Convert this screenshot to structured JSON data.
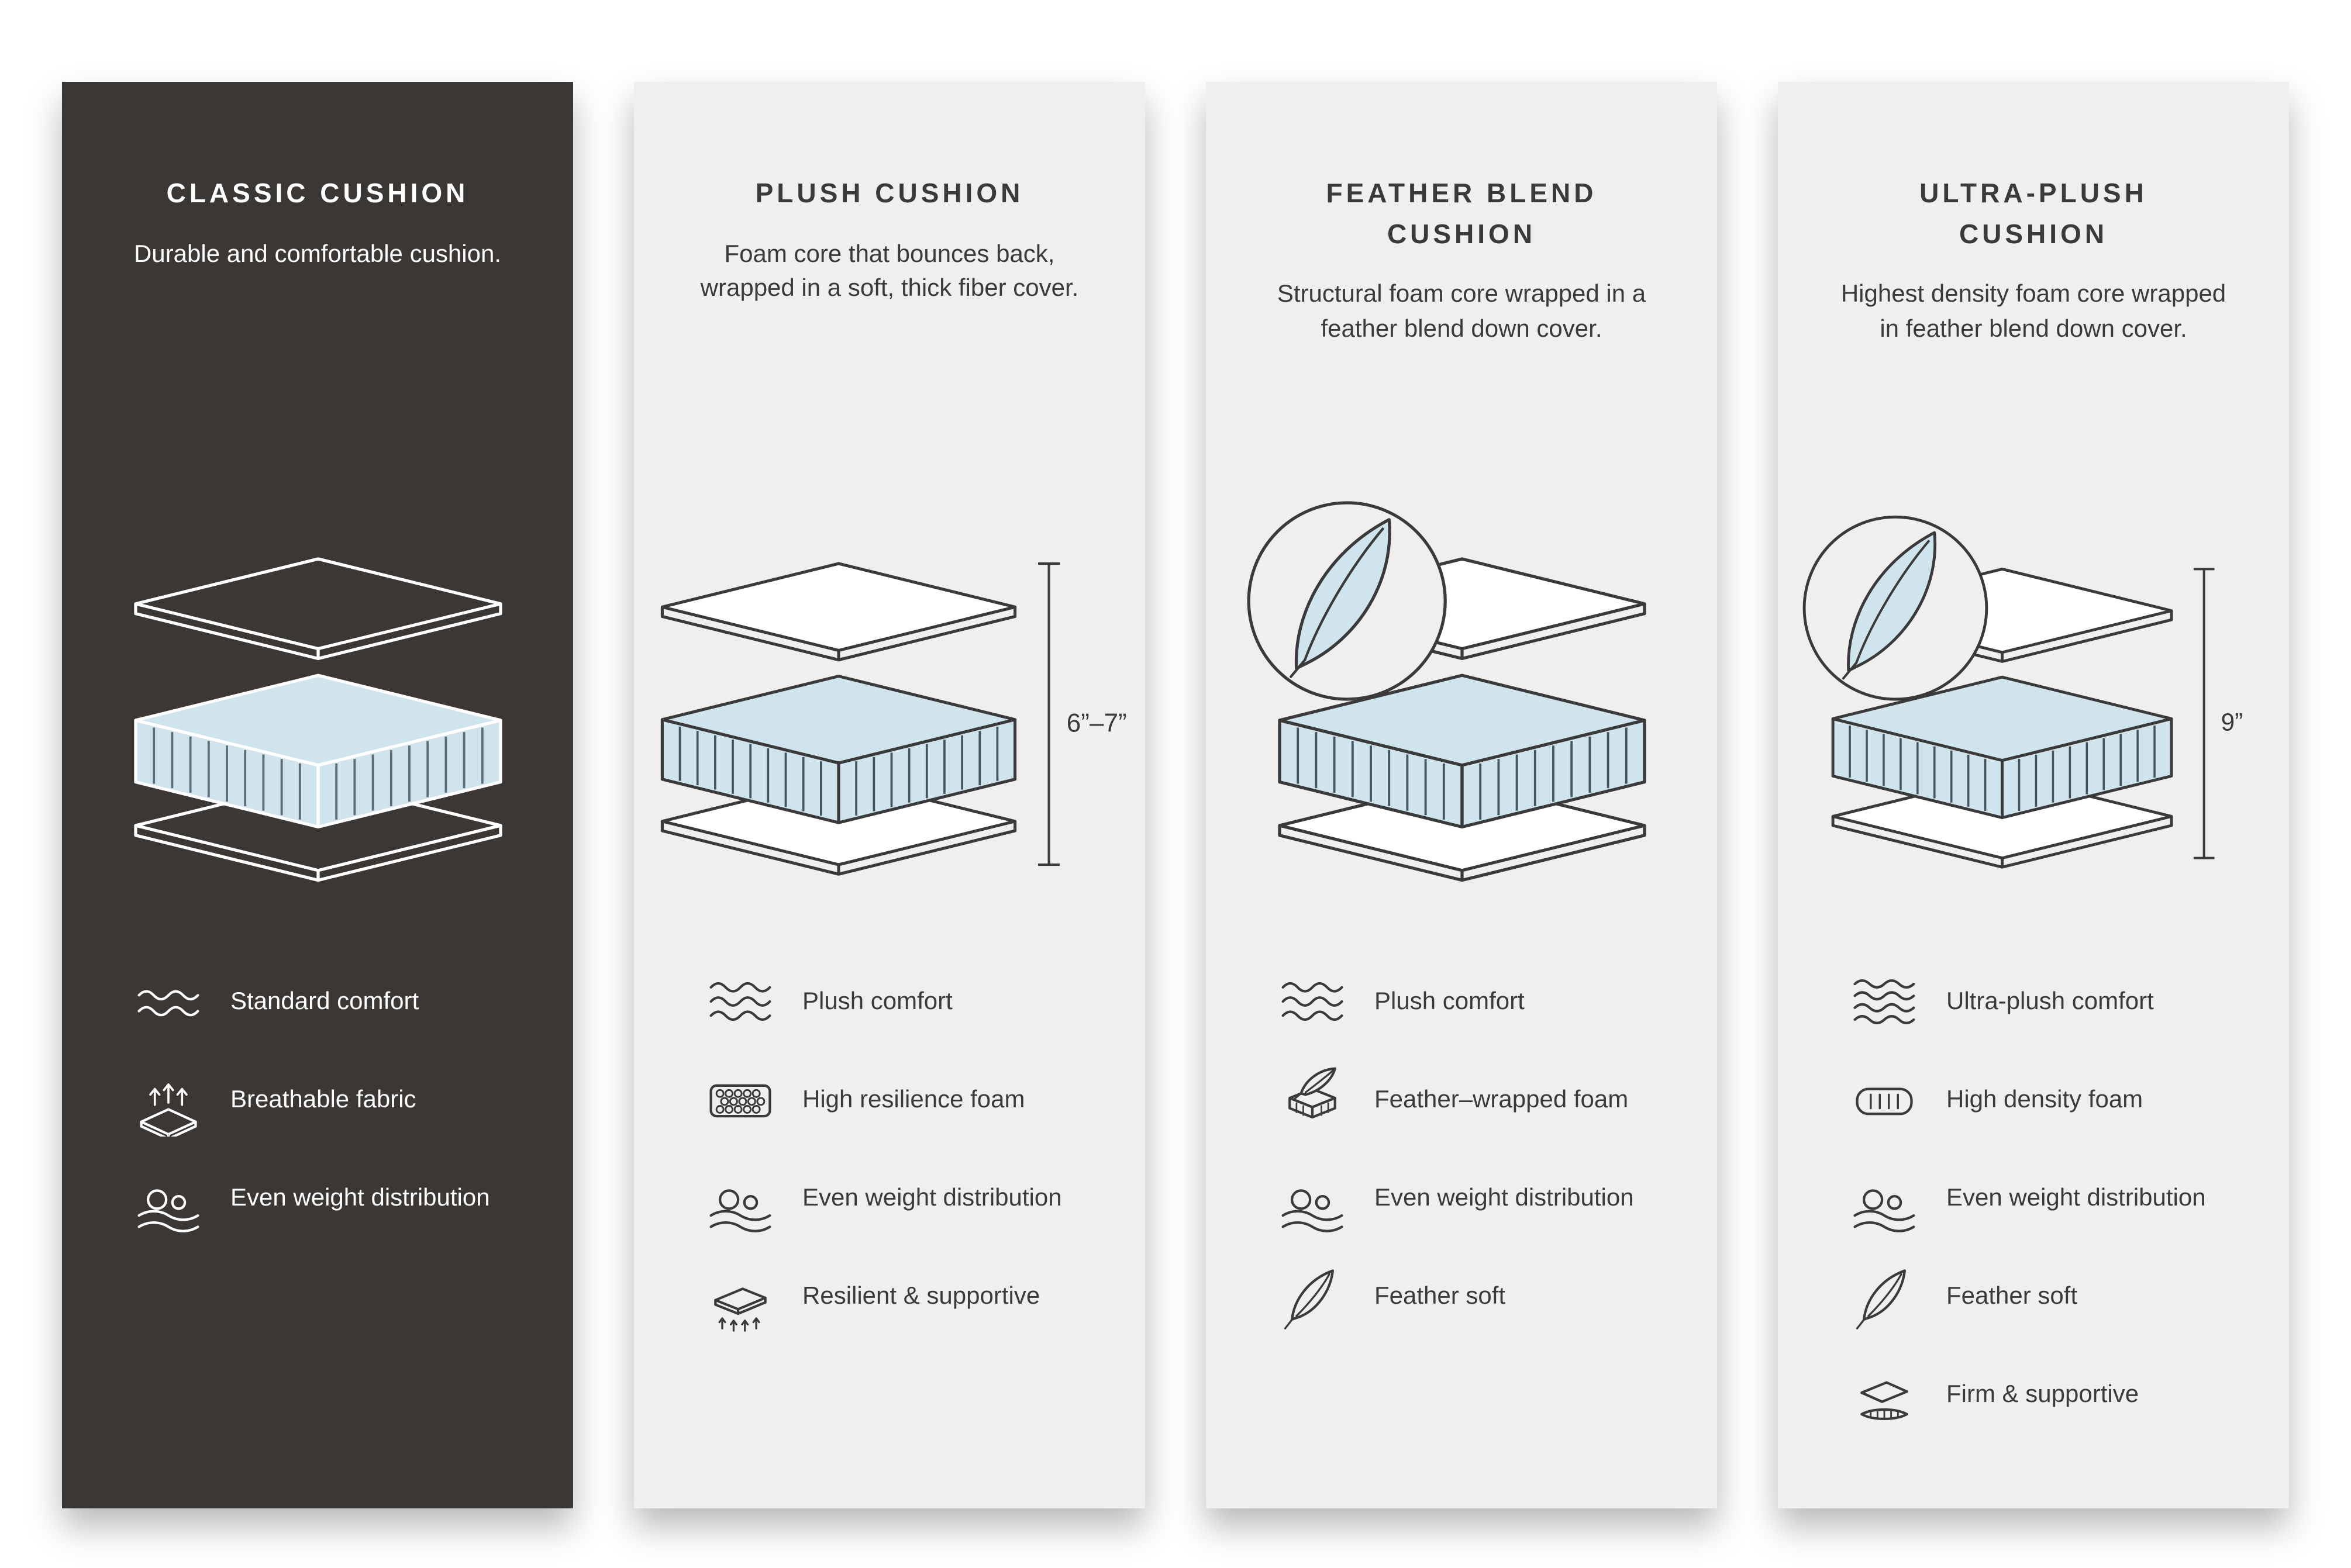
{
  "page": {
    "background_color": "#ffffff"
  },
  "colors": {
    "dark_panel_bg": "#3a3734",
    "light_panel_bg": "#f0efed",
    "accent_blue": "#cfe4ec",
    "hatch_dark_panels": "#5b6d75",
    "hatch": "#43545c",
    "stroke_dark": "#3a3a3a",
    "stroke_light": "#ffffff",
    "slab_fill_light_panels": "#ffffff"
  },
  "panels": [
    {
      "title": "CLASSIC CUSHION",
      "description": "Durable and comfortable cushion.",
      "theme": "dark",
      "diagram": {
        "name": "layered-cushion-diagram",
        "feather_badge": false,
        "dimension_label": ""
      },
      "features": [
        {
          "icon": "waves-icon",
          "label": "Standard comfort"
        },
        {
          "icon": "breathable-fabric-icon",
          "label": "Breathable fabric"
        },
        {
          "icon": "weight-distribution-icon",
          "label": "Even weight distribution"
        }
      ]
    },
    {
      "title": "PLUSH CUSHION",
      "description": "Foam core that bounces back, wrapped in a soft, thick fiber cover.",
      "theme": "light",
      "diagram": {
        "name": "layered-cushion-diagram",
        "feather_badge": false,
        "dimension_label": "6”–7”"
      },
      "features": [
        {
          "icon": "waves-icon",
          "label": "Plush comfort"
        },
        {
          "icon": "foam-cells-icon",
          "label": "High resilience foam"
        },
        {
          "icon": "weight-distribution-icon",
          "label": "Even weight distribution"
        },
        {
          "icon": "resilient-supportive-icon",
          "label": "Resilient & supportive"
        }
      ]
    },
    {
      "title": "FEATHER BLEND CUSHION",
      "description": "Structural foam core wrapped in a feather blend down cover.",
      "theme": "light",
      "diagram": {
        "name": "layered-cushion-diagram",
        "feather_badge": true,
        "dimension_label": ""
      },
      "features": [
        {
          "icon": "waves-icon",
          "label": "Plush comfort"
        },
        {
          "icon": "feather-wrapped-foam-icon",
          "label": "Feather–wrapped foam"
        },
        {
          "icon": "weight-distribution-icon",
          "label": "Even weight distribution"
        },
        {
          "icon": "feather-icon",
          "label": "Feather soft"
        }
      ]
    },
    {
      "title": "ULTRA-PLUSH CUSHION",
      "description": "Highest density foam core wrapped in feather blend down cover.",
      "theme": "light",
      "diagram": {
        "name": "layered-cushion-diagram",
        "feather_badge": true,
        "dimension_label": "9”"
      },
      "features": [
        {
          "icon": "waves-icon",
          "label": "Ultra-plush comfort"
        },
        {
          "icon": "high-density-foam-icon",
          "label": "High density foam"
        },
        {
          "icon": "weight-distribution-icon",
          "label": "Even weight distribution"
        },
        {
          "icon": "feather-icon",
          "label": "Feather soft"
        },
        {
          "icon": "firm-supportive-icon",
          "label": "Firm & supportive"
        }
      ]
    }
  ]
}
